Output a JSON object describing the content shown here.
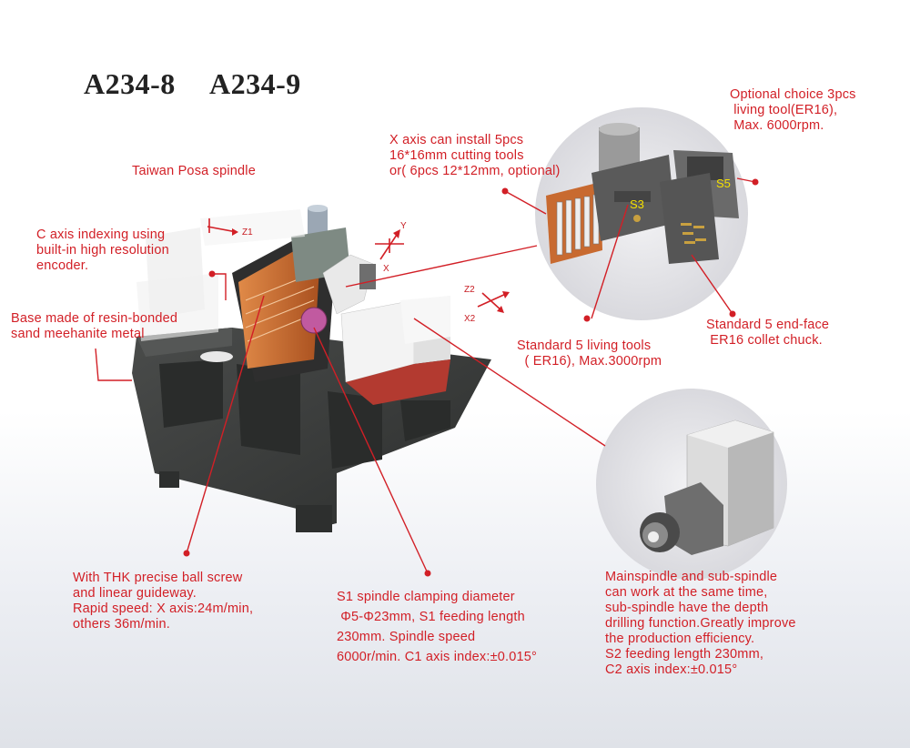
{
  "title_left": "A234-8",
  "title_right": "A234-9",
  "labels": {
    "taiwan_spindle": "Taiwan Posa spindle",
    "c_axis": "C axis indexing using\nbuilt-in high resolution\nencoder.",
    "base": "Base made of resin-bonded\nsand meehanite metal",
    "x_axis_tools": "X axis can install 5pcs\n16*16mm cutting tools\nor( 6pcs 12*12mm, optional)",
    "optional_living": "Optional choice 3pcs\n living tool(ER16),\n Max. 6000rpm.",
    "standard_living": "Standard 5 living tools\n  ( ER16), Max.3000rpm",
    "end_face": "Standard 5 end-face\n ER16 collet chuck.",
    "ball_screw": "With THK precise ball screw\nand linear guideway.\nRapid speed: X axis:24m/min,\nothers 36m/min.",
    "s1_spindle": "S1 spindle clamping diameter\n Φ5-Φ23mm, S1 feeding length\n230mm. Spindle speed\n6000r/min. C1 axis index:±0.015°",
    "sub_spindle": "Mainspindle and sub-spindle\ncan work at the same time,\nsub-spindle have the depth\ndrilling function.Greatly improve\nthe production efficiency.\nS2 feeding length 230mm,\nC2 axis index:±0.015°"
  },
  "axes": {
    "z1": "Z1",
    "y": "Y",
    "x": "X",
    "z2": "Z2",
    "x2": "X2"
  },
  "tags": {
    "s3": "S3",
    "s5": "S5"
  },
  "colors": {
    "accent_red": "#d21f26",
    "machine_dark": "#3a3c3b",
    "machine_orange": "#c8642a",
    "title_black": "#222222"
  }
}
